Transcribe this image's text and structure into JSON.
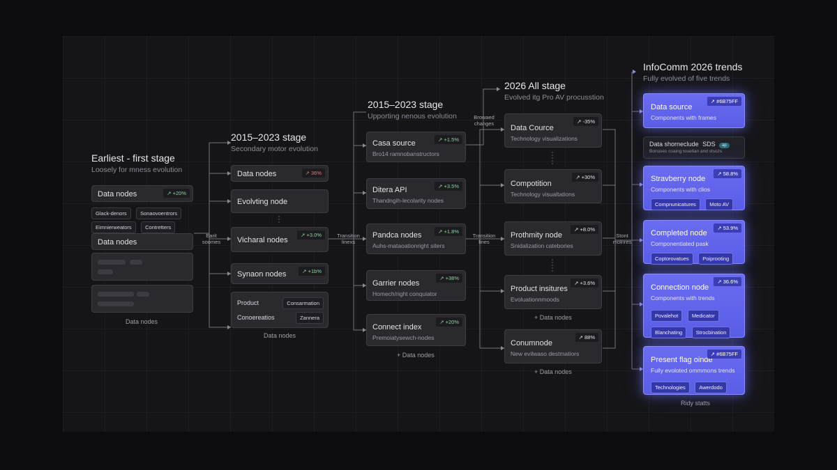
{
  "col1": {
    "title": "Earliest - first stage",
    "subtitle": "Loosely for mness evolution",
    "node1": {
      "label": "Data nodes",
      "badge": "↗ +20%"
    },
    "chips": [
      "Glack-denors",
      "Sonaovoentrors",
      "Eimnierweators",
      "Contretters"
    ],
    "node2": {
      "label": "Data nodes"
    },
    "footer": "Data nodes"
  },
  "link1": "Earit\nsoomes",
  "col2": {
    "title": "2015–2023 stage",
    "subtitle": "Secondary motor evolution",
    "node1": {
      "label": "Data nodes",
      "badge": "↗ 36%"
    },
    "node2": {
      "label": "Evolvting node"
    },
    "node3": {
      "label": "Vicharal nodes",
      "badge": "↗ +3.0%"
    },
    "node4": {
      "label": "Synaon nodes",
      "badge": "↗ +1b%"
    },
    "node5": {
      "row1_label": "Product",
      "row1_chip": "Consarmation",
      "row2_label": "Conoereatios",
      "row2_chip": "Zannera"
    },
    "footer": "Data nodes"
  },
  "link2": "Transition\nlinexs",
  "col3": {
    "title": "2015–2023 stage",
    "subtitle": "Upporting nenous evolution",
    "nodes": [
      {
        "label": "Casa source",
        "sub": "Bro14 ramnobanstructors",
        "badge": "↗ +1.5%"
      },
      {
        "label": "Ditera API",
        "sub": "Thandngih-lecolarity nodes",
        "badge": "↗ +3.5%"
      },
      {
        "label": "Pandca nodes",
        "sub": "Auhs-mataoationright siters",
        "badge": "↗ +1.8%"
      },
      {
        "label": "Garrier nodes",
        "sub": "Homech/right conquiator",
        "badge": "↗ +38%"
      },
      {
        "label": "Connect index",
        "sub": "Premoiatysewch-nodes",
        "badge": "↗ +20%"
      }
    ],
    "footer": "+ Data nodes"
  },
  "link3": "Browaed\nchanges",
  "link4": "Transition\nlines",
  "col4": {
    "title": "2026 All stage",
    "subtitle": "Evolved itg Pro AV procusstion",
    "nodes": [
      {
        "label": "Data Cource",
        "sub": "Technology visualizations",
        "badge": "↗ -35%"
      },
      {
        "label": "Compotition",
        "sub": "Technology visualtations",
        "badge": "↗ +30%"
      },
      {
        "label": "Prothmity node",
        "sub": "Snidalization catebories",
        "badge": "↗ +8.0%"
      },
      {
        "label": "Product insitures",
        "sub": "Evoluationnmoods",
        "badge": "↗ +3.6%"
      },
      {
        "label": "Conumnode",
        "sub": "New evilwaso destmatiors",
        "badge": "↗ 88%"
      }
    ],
    "footer1": "+ Data nodes",
    "footer2": "+ Data nodes"
  },
  "link5": "Stont\nmolnres",
  "col5": {
    "title": "InfoComm 2026 trends",
    "subtitle": "Fully evolved of five trends",
    "node1": {
      "label": "Data source",
      "sub": "Components with frames",
      "badge": "↗ #6B75FF"
    },
    "mini": {
      "label": "Data shorneclude",
      "tag": "SDS",
      "pill": "ap",
      "sub": "Bonuses coaing touetian and stsozs"
    },
    "node2": {
      "label": "Stravberry node",
      "sub": "Components with clios",
      "badge": "↗ 58.8%",
      "chips": [
        "Compnunicatures",
        "Moto AV"
      ]
    },
    "node3": {
      "label": "Completed node",
      "sub": "Componentiated pask",
      "badge": "↗ 53.9%",
      "chips": [
        "Coptorovatues",
        "Poiprooting"
      ]
    },
    "node4": {
      "label": "Connection node",
      "sub": "Components with trends",
      "badge": "↗ 36.6%",
      "chips": [
        "Povalehot",
        "Medicator",
        "Blanchating",
        "Strocbination"
      ]
    },
    "node5": {
      "label": "Present flag oinde",
      "sub": "Fully evoloted ommmons trends",
      "badge": "↗ #6B75FF",
      "chips": [
        "Technologies",
        "Awerdodo"
      ]
    },
    "footer": "Ridy statts"
  },
  "colors": {
    "accent": "#6B75FF",
    "positive": "#8ED39C",
    "negative": "#E07A72",
    "background": "#0C0C0E"
  }
}
